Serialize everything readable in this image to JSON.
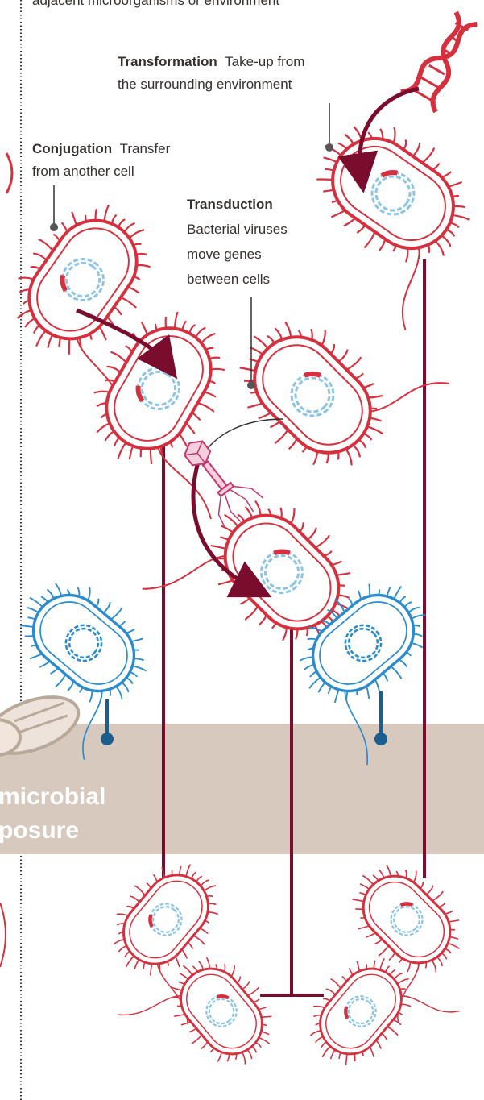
{
  "top_partial_text": "adjacent microorganisms or environment",
  "transformation": {
    "title": "Transformation",
    "line1": "Take-up from",
    "line2": "the surrounding environment"
  },
  "conjugation": {
    "title": "Conjugation",
    "line1": "Transfer",
    "line2": "from another cell"
  },
  "transduction": {
    "title": "Transduction",
    "line1": "Bacterial viruses",
    "line2": "move genes",
    "line3": "between cells"
  },
  "band": {
    "line1": "microbial",
    "line2": "posure"
  },
  "colors": {
    "resistant_red": "#d6303e",
    "susceptible_blue": "#2a8ccf",
    "arrow_maroon": "#7a0c2e",
    "band_beige": "#d7c9bd",
    "plasmid_blue": "#8cc4e6",
    "dna_red": "#d6303e"
  },
  "icons": [
    "dna-helix-icon",
    "bacteriophage-icon",
    "pill-icon",
    "plasmid-icon"
  ]
}
